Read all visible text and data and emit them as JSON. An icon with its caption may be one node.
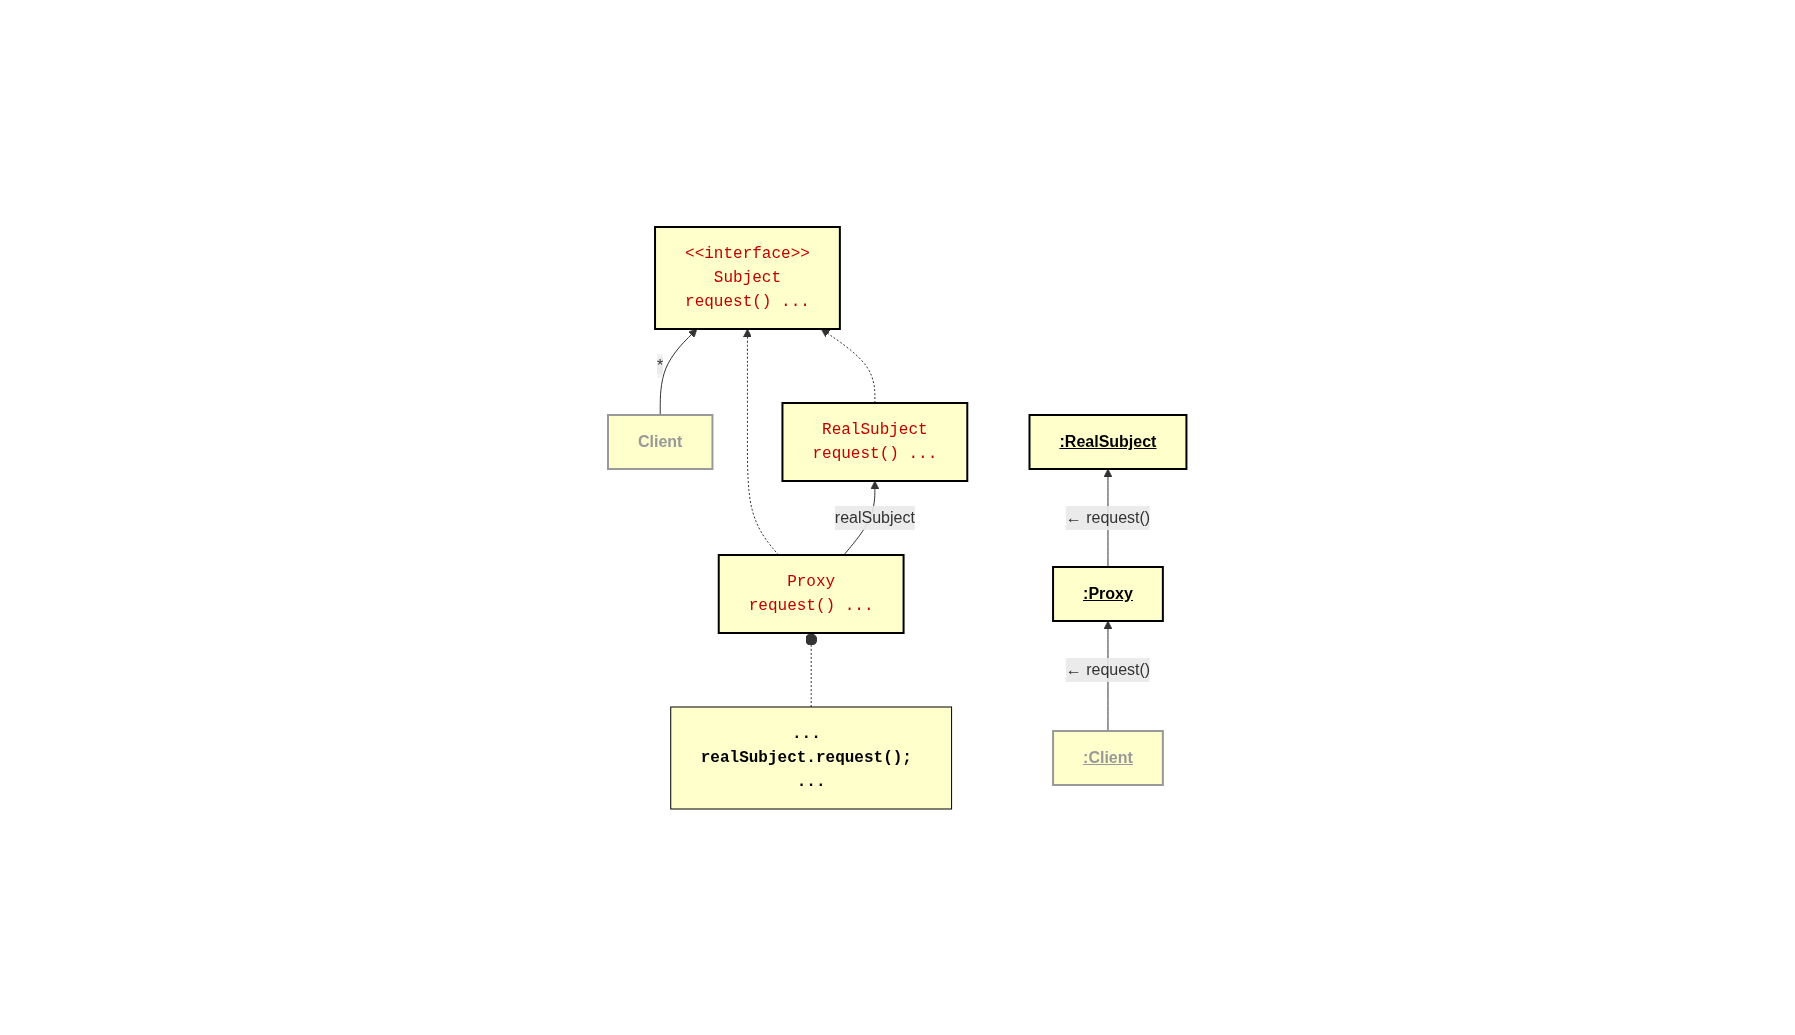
{
  "diagram": {
    "nodes": [
      {
        "text": [
          "<<interface>>",
          "Subject",
          "request() ..."
        ]
      },
      {
        "text": [
          "Client"
        ]
      },
      {
        "text": [
          "RealSubject",
          "request() ..."
        ]
      },
      {
        "text": [
          "Proxy",
          "request() ..."
        ]
      },
      {
        "text": [
          "... realSubject.request(); ..."
        ]
      },
      {
        "text": [
          ":RealSubject"
        ]
      },
      {
        "text": [
          ":Proxy"
        ]
      },
      {
        "text": [
          ":Client"
        ]
      }
    ],
    "edges": [
      {
        "from": 1,
        "to": 0,
        "arrow": "to",
        "label": "*"
      },
      {
        "from": 2,
        "to": 0,
        "arrow": "to",
        "style": "dashed"
      },
      {
        "from": 3,
        "to": 0,
        "arrow": "to",
        "style": "dashed"
      },
      {
        "from": 3,
        "to": 2,
        "arrow": "to",
        "label": "realSubject"
      },
      {
        "from": 4,
        "to": 3,
        "arrow": "other",
        "style": "dashed"
      },
      {
        "from": 6,
        "to": 5,
        "arrow": "to",
        "label": "← request()"
      },
      {
        "from": 7,
        "to": 6,
        "arrow": "to",
        "label": "← request()"
      }
    ]
  }
}
